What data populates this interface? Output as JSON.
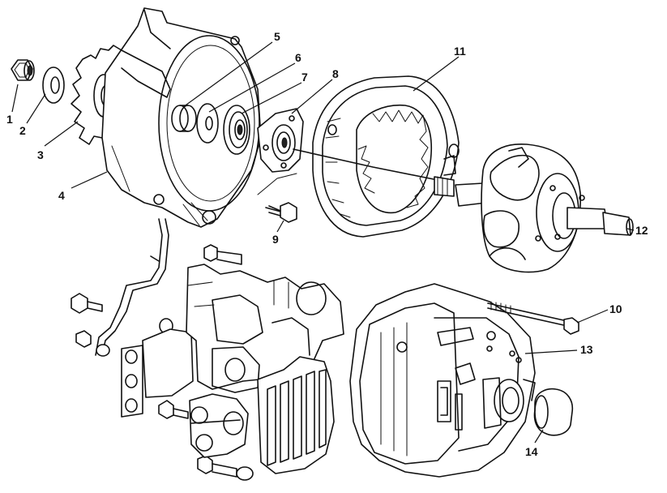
{
  "callouts": [
    {
      "id": "1",
      "text": "1"
    },
    {
      "id": "2",
      "text": "2"
    },
    {
      "id": "3",
      "text": "3"
    },
    {
      "id": "4",
      "text": "4"
    },
    {
      "id": "5",
      "text": "5"
    },
    {
      "id": "6",
      "text": "6"
    },
    {
      "id": "7",
      "text": "7"
    },
    {
      "id": "8",
      "text": "8"
    },
    {
      "id": "9",
      "text": "9"
    },
    {
      "id": "10",
      "text": "10"
    },
    {
      "id": "11",
      "text": "11"
    },
    {
      "id": "12",
      "text": "12"
    },
    {
      "id": "13",
      "text": "13"
    },
    {
      "id": "14",
      "text": "14"
    }
  ],
  "colors": {
    "ink": "#111111",
    "paper": "#ffffff"
  }
}
